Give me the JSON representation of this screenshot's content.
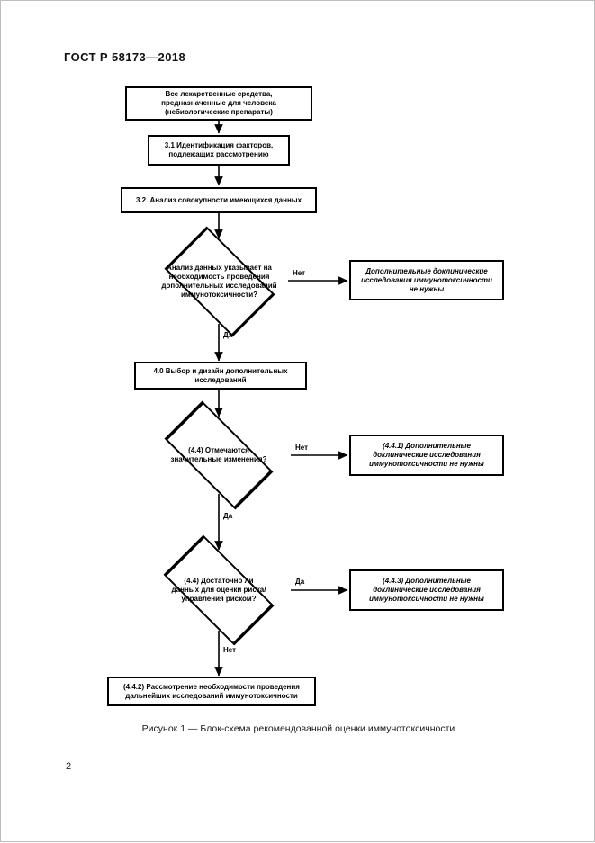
{
  "document": {
    "header": "ГОСТ Р 58173—2018",
    "page_number": "2",
    "figure_caption": "Рисунок 1 — Блок-схема рекомендованной оценки иммунотоксичности"
  },
  "flowchart": {
    "nodes": {
      "start": "Все лекарственные средства, предназначенные для человека (небиологические препараты)",
      "step_3_1": "3.1 Идентификация факторов, подлежащих рассмотрению",
      "step_3_2": "3.2. Анализ совокупности имеющихся данных",
      "decision_1": "Анализ данных указывает на необходимость проведения дополнительных исследований иммунотоксичности?",
      "outcome_1": "Дополнительные доклинические исследования иммунотоксичности не нужны",
      "step_4_0": "4.0 Выбор и дизайн дополнительных исследований",
      "decision_2": "(4.4) Отмечаются значительные изменения?",
      "outcome_4_4_1": "(4.4.1) Дополнительные доклинические исследования иммунотоксичности не нужны",
      "decision_3": "(4.4) Достаточно ли данных для оценки риска/управления риском?",
      "outcome_4_4_3": "(4.4.3) Дополнительные доклинические исследования иммунотоксичности не нужны",
      "outcome_4_4_2": "(4.4.2) Рассмотрение необходимости проведения дальнейших исследований иммунотоксичности"
    },
    "edge_labels": {
      "d1_right": "Нет",
      "d1_down": "Да",
      "d2_right": "Нет",
      "d2_down": "Да",
      "d3_right": "Да",
      "d3_down": "Нет"
    }
  }
}
